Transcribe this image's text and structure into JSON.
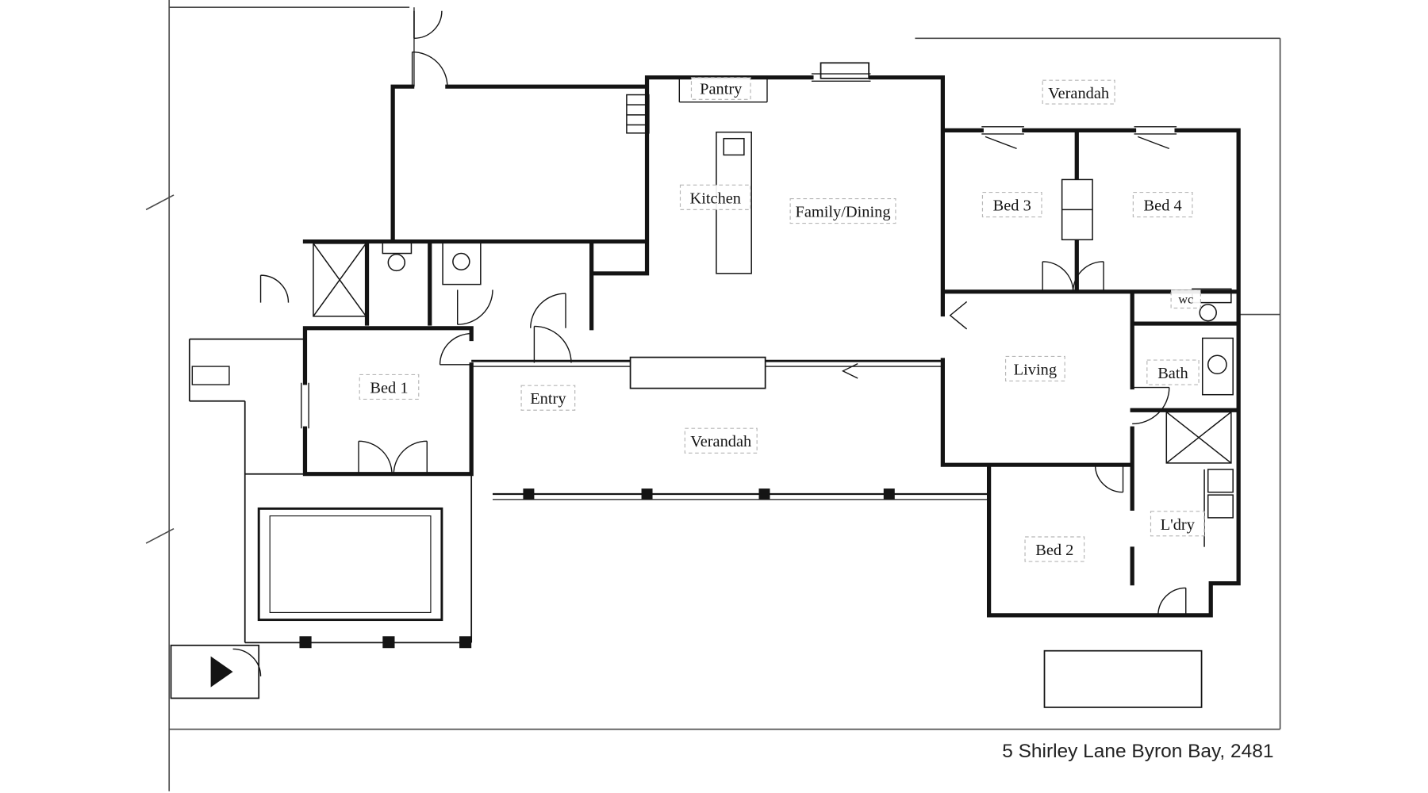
{
  "plan": {
    "address": "5 Shirley Lane Byron Bay, 2481",
    "rooms": {
      "pantry": "Pantry",
      "verandah_top": "Verandah",
      "kitchen": "Kitchen",
      "family_dining": "Family/Dining",
      "bed3": "Bed 3",
      "bed4": "Bed 4",
      "bed1": "Bed 1",
      "entry": "Entry",
      "verandah_middle": "Verandah",
      "living": "Living",
      "wc": "wc",
      "bath": "Bath",
      "bed2": "Bed 2",
      "laundry": "L'dry"
    },
    "colors": {
      "wall": "#141414",
      "boundary": "#4a4a4a",
      "label_box": "#b0b0b0"
    }
  }
}
